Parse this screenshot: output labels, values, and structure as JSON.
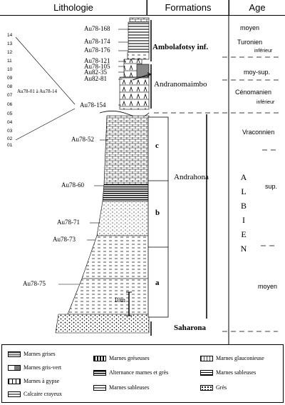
{
  "headers": {
    "lithologie": "Lithologie",
    "formations": "Formations",
    "age": "Age"
  },
  "samples": [
    {
      "label": "Au78-168"
    },
    {
      "label": "Au78-174"
    },
    {
      "label": "Au78-176"
    },
    {
      "label": "Au78-121"
    },
    {
      "label": "Au78-105"
    },
    {
      "label": "Au82-35"
    },
    {
      "label": "Au82-81"
    },
    {
      "label": "Au78-154"
    },
    {
      "label": "Au78-52"
    },
    {
      "label": "Au78-60"
    },
    {
      "label": "Au78-71"
    },
    {
      "label": "Au78-73"
    },
    {
      "label": "Au78-75"
    }
  ],
  "bed_numbers": [
    "14",
    "13",
    "12",
    "11",
    "10",
    "09",
    "08",
    "07",
    "06",
    "05",
    "04",
    "03",
    "02",
    "01"
  ],
  "bed_range_label": "Au78-01 à Au78-14",
  "scale_label": "10m",
  "formations": {
    "ambolafotsy": "Ambolafotsy inf.",
    "andranomaimbo": "Andranomaimbo",
    "andrahona": "Andrahona",
    "saharona": "Saharona",
    "units": [
      "c",
      "b",
      "a"
    ]
  },
  "ages": {
    "turonien_moyen": "moyen",
    "turonien": "Turonien",
    "turonien_inf": "inférieur",
    "ceno_moysup": "moy-sup.",
    "cenomanien": "Cénomanien",
    "ceno_inf": "inférieur",
    "vraconnien": "Vraconnien",
    "albien": "A L B I E N",
    "albien_sup": "sup.",
    "albien_moyen": "moyen"
  },
  "legend": [
    {
      "key": "marnes_grises",
      "label": "Marnes grises",
      "icon": "marnes-grises-swatch"
    },
    {
      "key": "marnes_gris_vert",
      "label": "Marnes gris-vert",
      "icon": "marnes-gris-vert-swatch"
    },
    {
      "key": "marnes_gypse",
      "label": "Marnes à gypse",
      "icon": "marnes-gypse-swatch"
    },
    {
      "key": "calcaire",
      "label": "Calcaire crayeux",
      "icon": "calcaire-swatch"
    },
    {
      "key": "marnes_greseuses",
      "label": "Marnes gréseuses",
      "icon": "marnes-greseuses-swatch"
    },
    {
      "key": "alternance",
      "label": "Alternance marnes et grès",
      "icon": "alternance-swatch"
    },
    {
      "key": "marnes_sableuses_1",
      "label": "Marnes sableuses",
      "icon": "marnes-sableuses-swatch"
    },
    {
      "key": "marnes_glauconieuse",
      "label": "Marnes glauconieuse",
      "icon": "marnes-glauconieuse-swatch"
    },
    {
      "key": "marnes_sableuses_2",
      "label": "Marnes sableuses",
      "icon": "marnes-sableuses-2-swatch"
    },
    {
      "key": "gres",
      "label": "Grès",
      "icon": "gres-swatch"
    }
  ]
}
